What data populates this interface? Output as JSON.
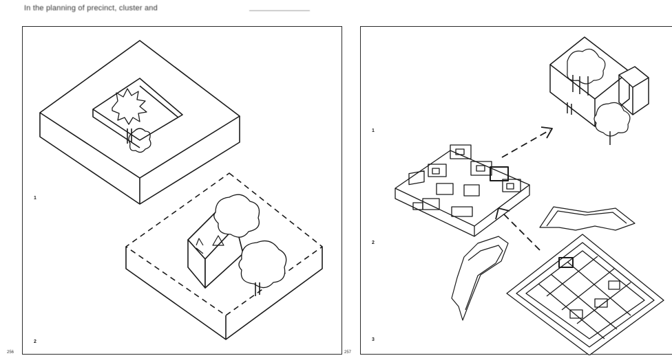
{
  "page": {
    "caption": "In the planning of precinct, cluster and",
    "page_number_left": "256",
    "page_number_right": "257"
  },
  "left_panel": {
    "figures": [
      {
        "number": "1"
      },
      {
        "number": "2"
      }
    ]
  },
  "right_panel": {
    "figures": [
      {
        "number": "1"
      },
      {
        "number": "2"
      },
      {
        "number": "3"
      }
    ]
  }
}
